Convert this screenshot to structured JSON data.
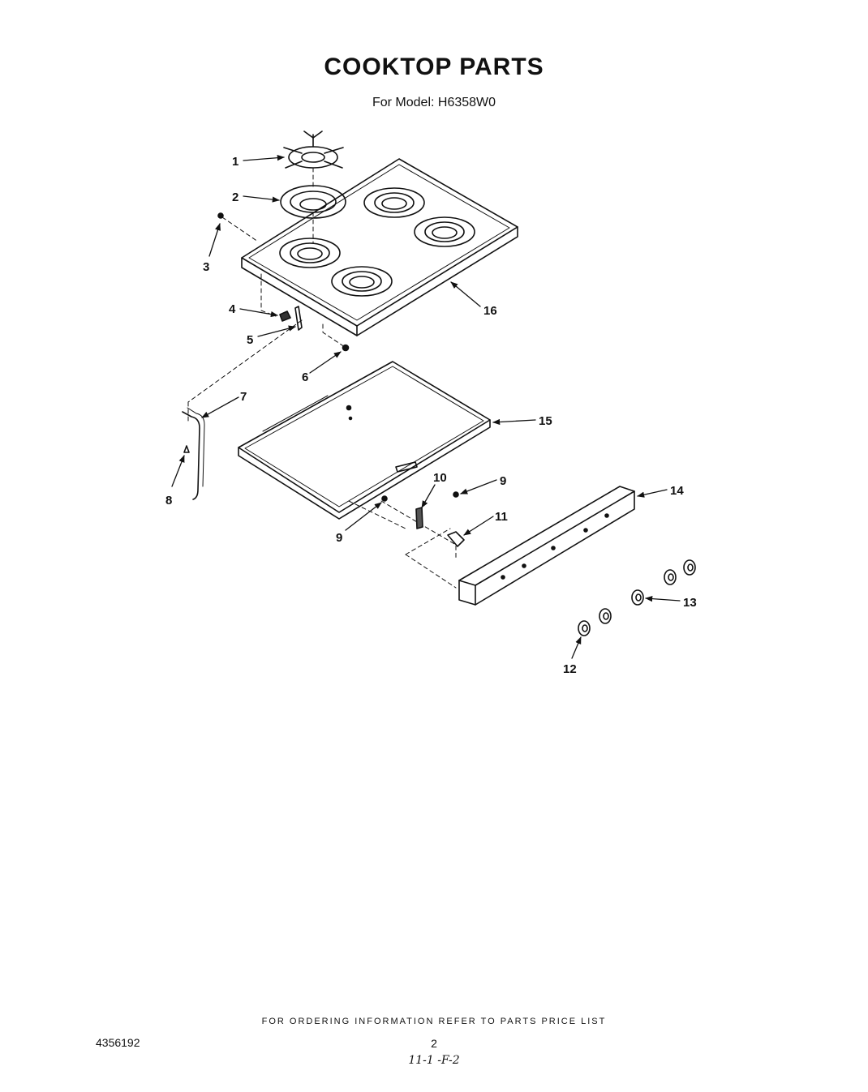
{
  "header": {
    "title": "COOKTOP PARTS",
    "subtitle": "For Model: H6358W0"
  },
  "callouts": [
    {
      "id": "c1",
      "label": "1"
    },
    {
      "id": "c2",
      "label": "2"
    },
    {
      "id": "c3",
      "label": "3"
    },
    {
      "id": "c4",
      "label": "4"
    },
    {
      "id": "c5",
      "label": "5"
    },
    {
      "id": "c6",
      "label": "6"
    },
    {
      "id": "c7",
      "label": "7"
    },
    {
      "id": "c8",
      "label": "8"
    },
    {
      "id": "c9a",
      "label": "9"
    },
    {
      "id": "c9b",
      "label": "9"
    },
    {
      "id": "c10",
      "label": "10"
    },
    {
      "id": "c11",
      "label": "11"
    },
    {
      "id": "c12",
      "label": "12"
    },
    {
      "id": "c13",
      "label": "13"
    },
    {
      "id": "c14",
      "label": "14"
    },
    {
      "id": "c15",
      "label": "15"
    },
    {
      "id": "c16",
      "label": "16"
    }
  ],
  "footer": {
    "ordering_note": "FOR ORDERING INFORMATION REFER TO PARTS PRICE LIST",
    "doc_number": "4356192",
    "page_number": "2",
    "handwritten": "11-1 -F-2"
  }
}
